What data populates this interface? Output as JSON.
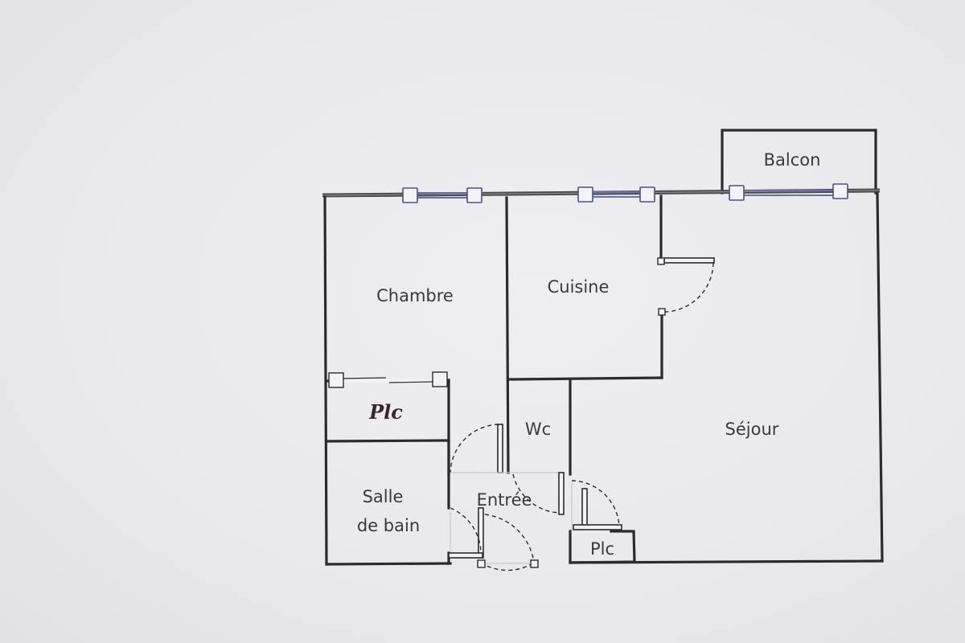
{
  "floor_plan": {
    "rooms": {
      "balcon": "Balcon",
      "chambre": "Chambre",
      "cuisine": "Cuisine",
      "wc": "Wc",
      "sejour": "Séjour",
      "salle_de_bain_line1": "Salle",
      "salle_de_bain_line2": "de bain",
      "entree": "Entrée",
      "placard": "Plc",
      "placard_handwritten": "Plc"
    },
    "colors": {
      "paper": "#ebebee",
      "walls": "#2b2b2e",
      "windows": "#4b4f8e",
      "handwriting": "#3b2430"
    }
  }
}
